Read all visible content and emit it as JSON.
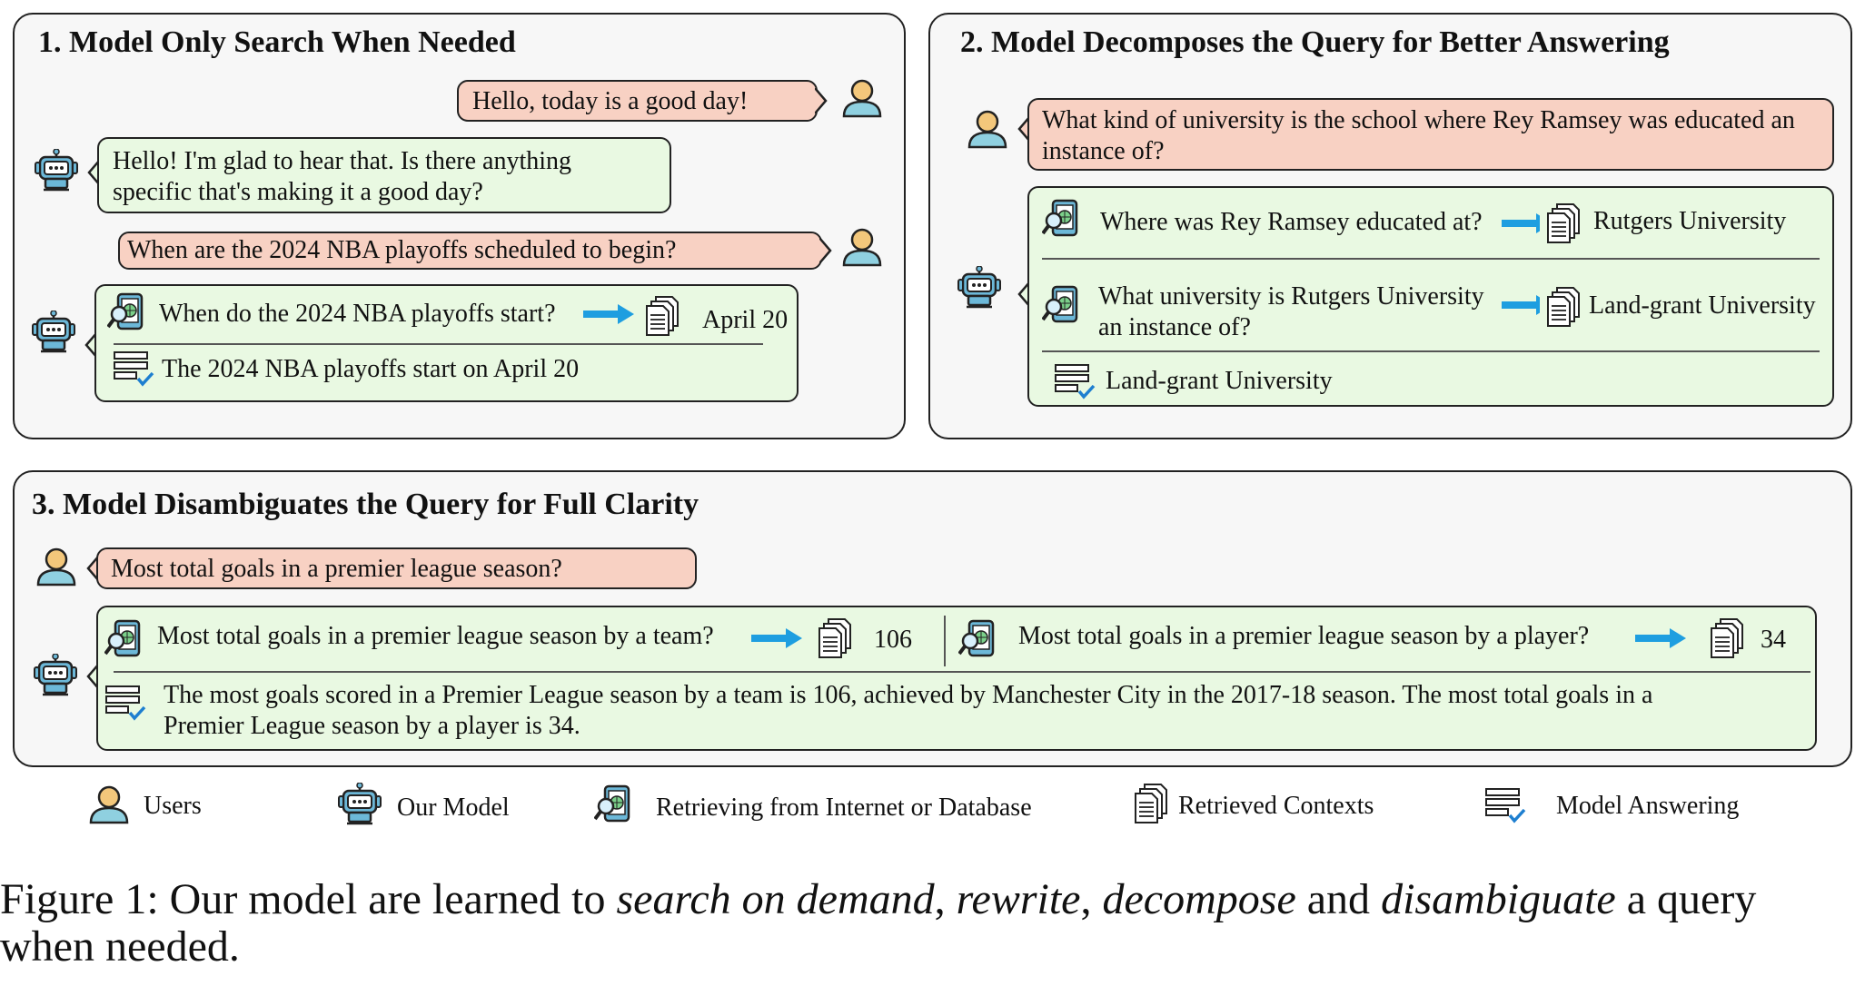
{
  "panel1": {
    "title": "1. Model Only Search When Needed",
    "user1": "Hello, today is a good day!",
    "bot1_line1": "Hello! I'm glad to hear that. Is there anything",
    "bot1_line2": "specific that's making it a good day?",
    "user2": "When are the 2024 NBA playoffs scheduled to begin?",
    "query": "When do the 2024 NBA playoffs start?",
    "retrieved": "April 20",
    "answer": "The 2024 NBA playoffs start on April 20"
  },
  "panel2": {
    "title": "2. Model Decomposes the Query for Better Answering",
    "user_line1": "What kind of university is the school where Rey Ramsey was educated an",
    "user_line2": "instance of?",
    "q1": "Where was Rey Ramsey educated at?",
    "r1": "Rutgers University",
    "q2_line1": "What university is Rutgers University",
    "q2_line2": "an instance of?",
    "r2": "Land-grant University",
    "answer": "Land-grant University"
  },
  "panel3": {
    "title": "3. Model Disambiguates the Query for Full Clarity",
    "user": "Most total goals in a premier league season?",
    "q1": "Most total goals in a premier league season by a team?",
    "r1": "106",
    "q2": "Most total goals in a premier league season by a player?",
    "r2": "34",
    "answer_line1": "The most goals scored in a Premier League season by a team is 106, achieved by Manchester City in the 2017-18 season. The most total goals in a",
    "answer_line2": "Premier League season by a player is 34."
  },
  "legend": {
    "users": "Users",
    "model": "Our Model",
    "retrieving": "Retrieving from Internet or Database",
    "contexts": "Retrieved Contexts",
    "answering": "Model Answering"
  },
  "caption": {
    "prefix": "Figure 1: Our model are learned to ",
    "t1": "search on demand",
    "s1": ", ",
    "t2": "rewrite",
    "s2": ", ",
    "t3": "decompose",
    "s3": " and ",
    "t4": "disambiguate",
    "s4": " a query",
    "line2": "when needed."
  },
  "colors": {
    "user_bubble": "#f8d1c3",
    "bot_bubble": "#e9f9e2",
    "arrow": "#1e9ee0",
    "user_icon": "#8fd0e0"
  }
}
